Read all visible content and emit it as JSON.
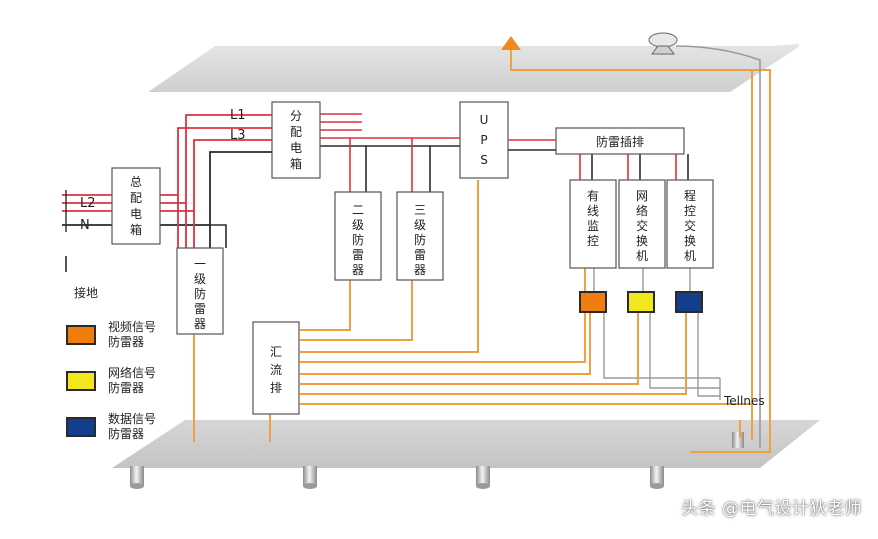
{
  "lines": {
    "l1": "L1",
    "l2": "L2",
    "l3": "L3",
    "n": "N",
    "ground": "接地"
  },
  "boxes": {
    "main_box": [
      "总",
      "配",
      "电",
      "箱"
    ],
    "sub_box": [
      "分",
      "配",
      "电",
      "箱"
    ],
    "ups": [
      "U",
      "P",
      "S"
    ],
    "surge_strip": "防雷插排",
    "level1": [
      "一",
      "级",
      "防",
      "雷",
      "器"
    ],
    "level2": [
      "二",
      "级",
      "防",
      "雷",
      "器"
    ],
    "level3": [
      "三",
      "级",
      "防",
      "雷",
      "器"
    ],
    "busbar": [
      "汇",
      "流",
      "排"
    ],
    "cctv": [
      "有",
      "线",
      "监",
      "控"
    ],
    "network_switch": [
      "网",
      "络",
      "交",
      "换",
      "机"
    ],
    "pbx": [
      "程",
      "控",
      "交",
      "换",
      "机"
    ]
  },
  "telecom_label": "Tellnes",
  "legend": [
    {
      "line1": "视频信号",
      "line2": "防雷器",
      "color": "#f07c10"
    },
    {
      "line1": "网络信号",
      "line2": "防雷器",
      "color": "#f2e61c"
    },
    {
      "line1": "数据信号",
      "line2": "防雷器",
      "color": "#123e8c"
    }
  ],
  "watermark": "头条 @电气设计狄老师",
  "colors": {
    "power_line": "#e0303c",
    "neutral_line": "#2a2a2a",
    "ground_line": "#f0a040",
    "grey_line": "#9a9a9a",
    "plate": "#d8d8d8"
  }
}
